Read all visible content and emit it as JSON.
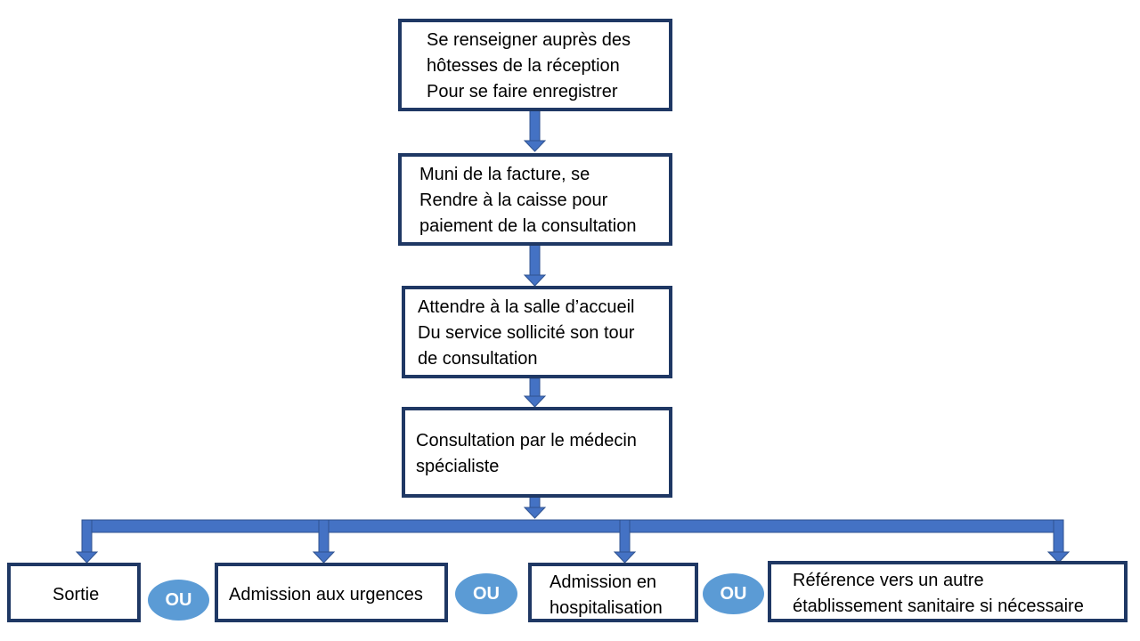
{
  "flow": {
    "step1": [
      "Se renseigner auprès des",
      "hôtesses de la réception",
      "Pour se faire enregistrer"
    ],
    "step2": [
      "Muni de la facture, se",
      "Rendre à la caisse pour",
      "paiement de la consultation"
    ],
    "step3": [
      "Attendre à la salle d’accueil",
      "Du service sollicité son tour",
      "de consultation"
    ],
    "step4": [
      "Consultation par le médecin",
      "spécialiste"
    ]
  },
  "outcomes": {
    "sortie": "Sortie",
    "urgences": "Admission aux urgences",
    "hospitalisation": [
      "Admission en",
      "hospitalisation"
    ],
    "reference": [
      "Référence vers un autre",
      "établissement sanitaire si nécessaire"
    ]
  },
  "separators": [
    "OU",
    "OU",
    "OU"
  ],
  "colors": {
    "box_border": "#1f3864",
    "connector": "#4472c4",
    "connector_edge": "#2f528f",
    "or_badge": "#5b9bd5"
  }
}
